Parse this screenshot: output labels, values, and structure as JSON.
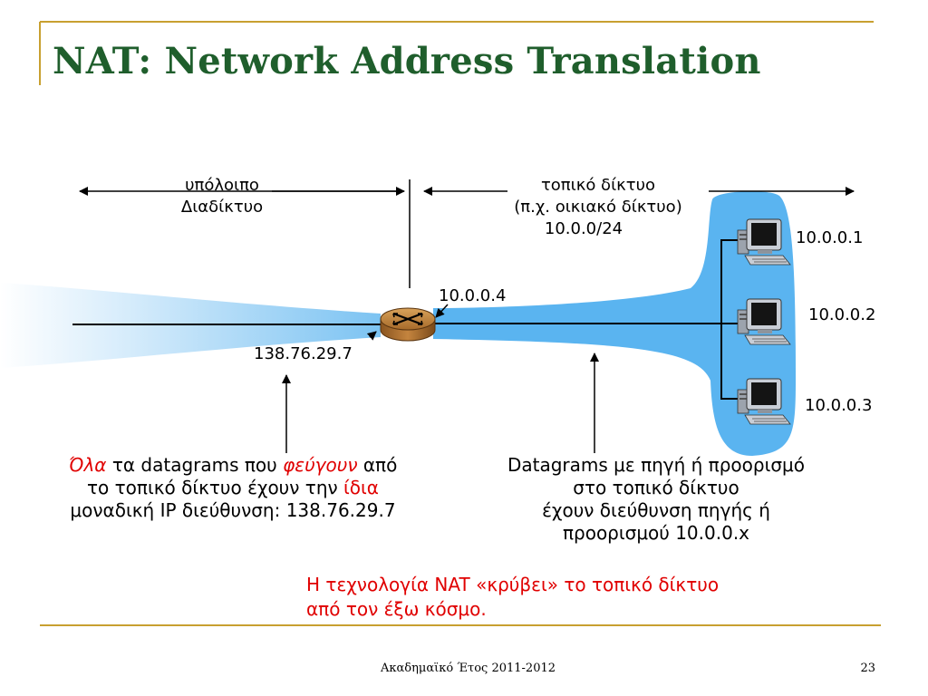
{
  "slide": {
    "title": "NAT: Network Address Translation",
    "footer_text": "Ακαδημαϊκό Έτος 2011-2012",
    "page_number": "23"
  },
  "diagram": {
    "rest_of_internet": [
      "υπόλοιπο",
      "Διαδίκτυο"
    ],
    "local_network": [
      "τοπικό δίκτυο",
      "(π.χ. οικιακό δίκτυο)",
      "10.0.0/24"
    ],
    "router_inside_ip": "10.0.0.4",
    "router_outside_ip": "138.76.29.7",
    "hosts": [
      {
        "ip": "10.0.0.1"
      },
      {
        "ip": "10.0.0.2"
      },
      {
        "ip": "10.0.0.3"
      }
    ]
  },
  "left_note": {
    "line1_a": "Όλα",
    "line1_b": " τα datagrams που ",
    "line1_c": "φεύγουν",
    "line1_d": " από",
    "line2_a": "το τοπικό δίκτυο έχουν την ",
    "line2_b": "ίδια",
    "line3": "μοναδική IP διεύθυνση: 138.76.29.7"
  },
  "right_note": [
    "Datagrams με πηγή ή προορισμό",
    "στο τοπικό δίκτυο",
    "έχουν διεύθυνση πηγής ή",
    "προορισμού 10.0.0.x"
  ],
  "bottom_note": [
    "Η τεχνολογία NAT «κρύβει» το τοπικό δίκτυο",
    "από τον έξω κόσμο."
  ],
  "colors": {
    "title": "#1f5e2c",
    "accent_rule": "#c8a030",
    "network_cloud": "#5ab4f0",
    "highlight_text": "#e00000"
  }
}
